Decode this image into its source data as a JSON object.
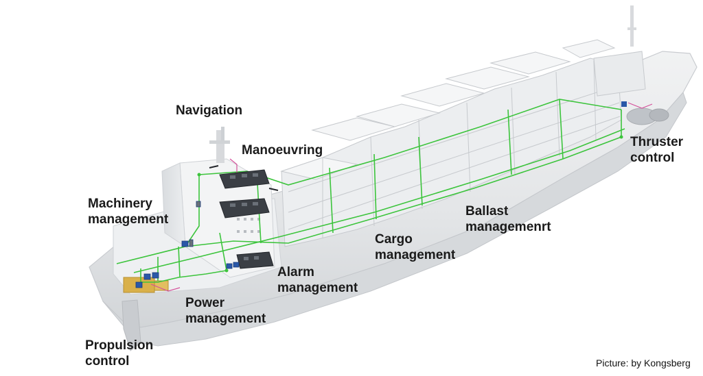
{
  "labels": {
    "navigation": "Navigation",
    "manoeuvring": "Manoeuvring",
    "thruster_line1": "Thruster",
    "thruster_line2": "control",
    "machinery_line1": "Machinery",
    "machinery_line2": "management",
    "ballast_line1": "Ballast",
    "ballast_line2": "managemenrt",
    "cargo_line1": "Cargo",
    "cargo_line2": "management",
    "alarm_line1": "Alarm",
    "alarm_line2": "management",
    "power_line1": "Power",
    "power_line2": "management",
    "propulsion_line1": "Propulsion",
    "propulsion_line2": "control"
  },
  "credit": "Picture: by Kongsberg",
  "colors": {
    "network_line": "#3cc43c",
    "signal_line": "#d4509a",
    "control_unit": "#2a58a8",
    "hull": "#e6e8ea",
    "container": "#eceef0",
    "propeller": "#d9b04a"
  }
}
